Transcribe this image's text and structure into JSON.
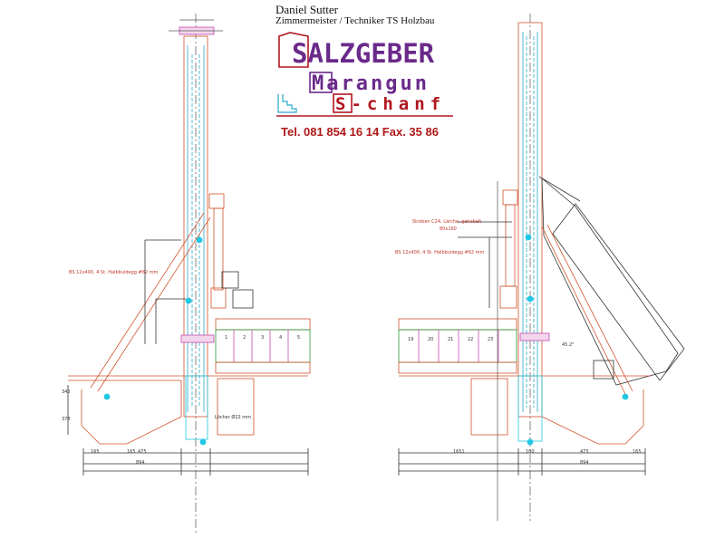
{
  "header": {
    "name": "Daniel Sutter",
    "role": "Zimmermeister / Techniker TS Holzbau"
  },
  "logo": {
    "line1": "SALZGEBER",
    "line2": "Marangun",
    "line3": "S-chanf",
    "phone": "Tel. 081 854 16 14  Fax. 35 86",
    "colors": {
      "purple": "#6a2a8a",
      "red": "#b0171f"
    }
  },
  "drawing": {
    "left_labels": {
      "beam_note": "BS 12x400, 4 St. Halbbuldegg #62 mm",
      "holes_note": "Löcher Ø22 mm",
      "dims_bottom": [
        "165",
        "475",
        "165",
        "894"
      ],
      "side_dims": [
        "342",
        "378"
      ],
      "bay_numbers": [
        "1",
        "2",
        "3",
        "4",
        "5"
      ]
    },
    "right_labels": {
      "strut_note": "Streben C24, Lärche, gehobelt",
      "strut_size": "80x160",
      "beam_note": "BS 12x400, 4 St. Halbbuldegg #62 mm",
      "dims_bottom": [
        "1651",
        "100",
        "475",
        "165",
        "894"
      ],
      "bay_numbers": [
        "19",
        "20",
        "21",
        "22",
        "23"
      ],
      "angle": "45.2°"
    }
  }
}
